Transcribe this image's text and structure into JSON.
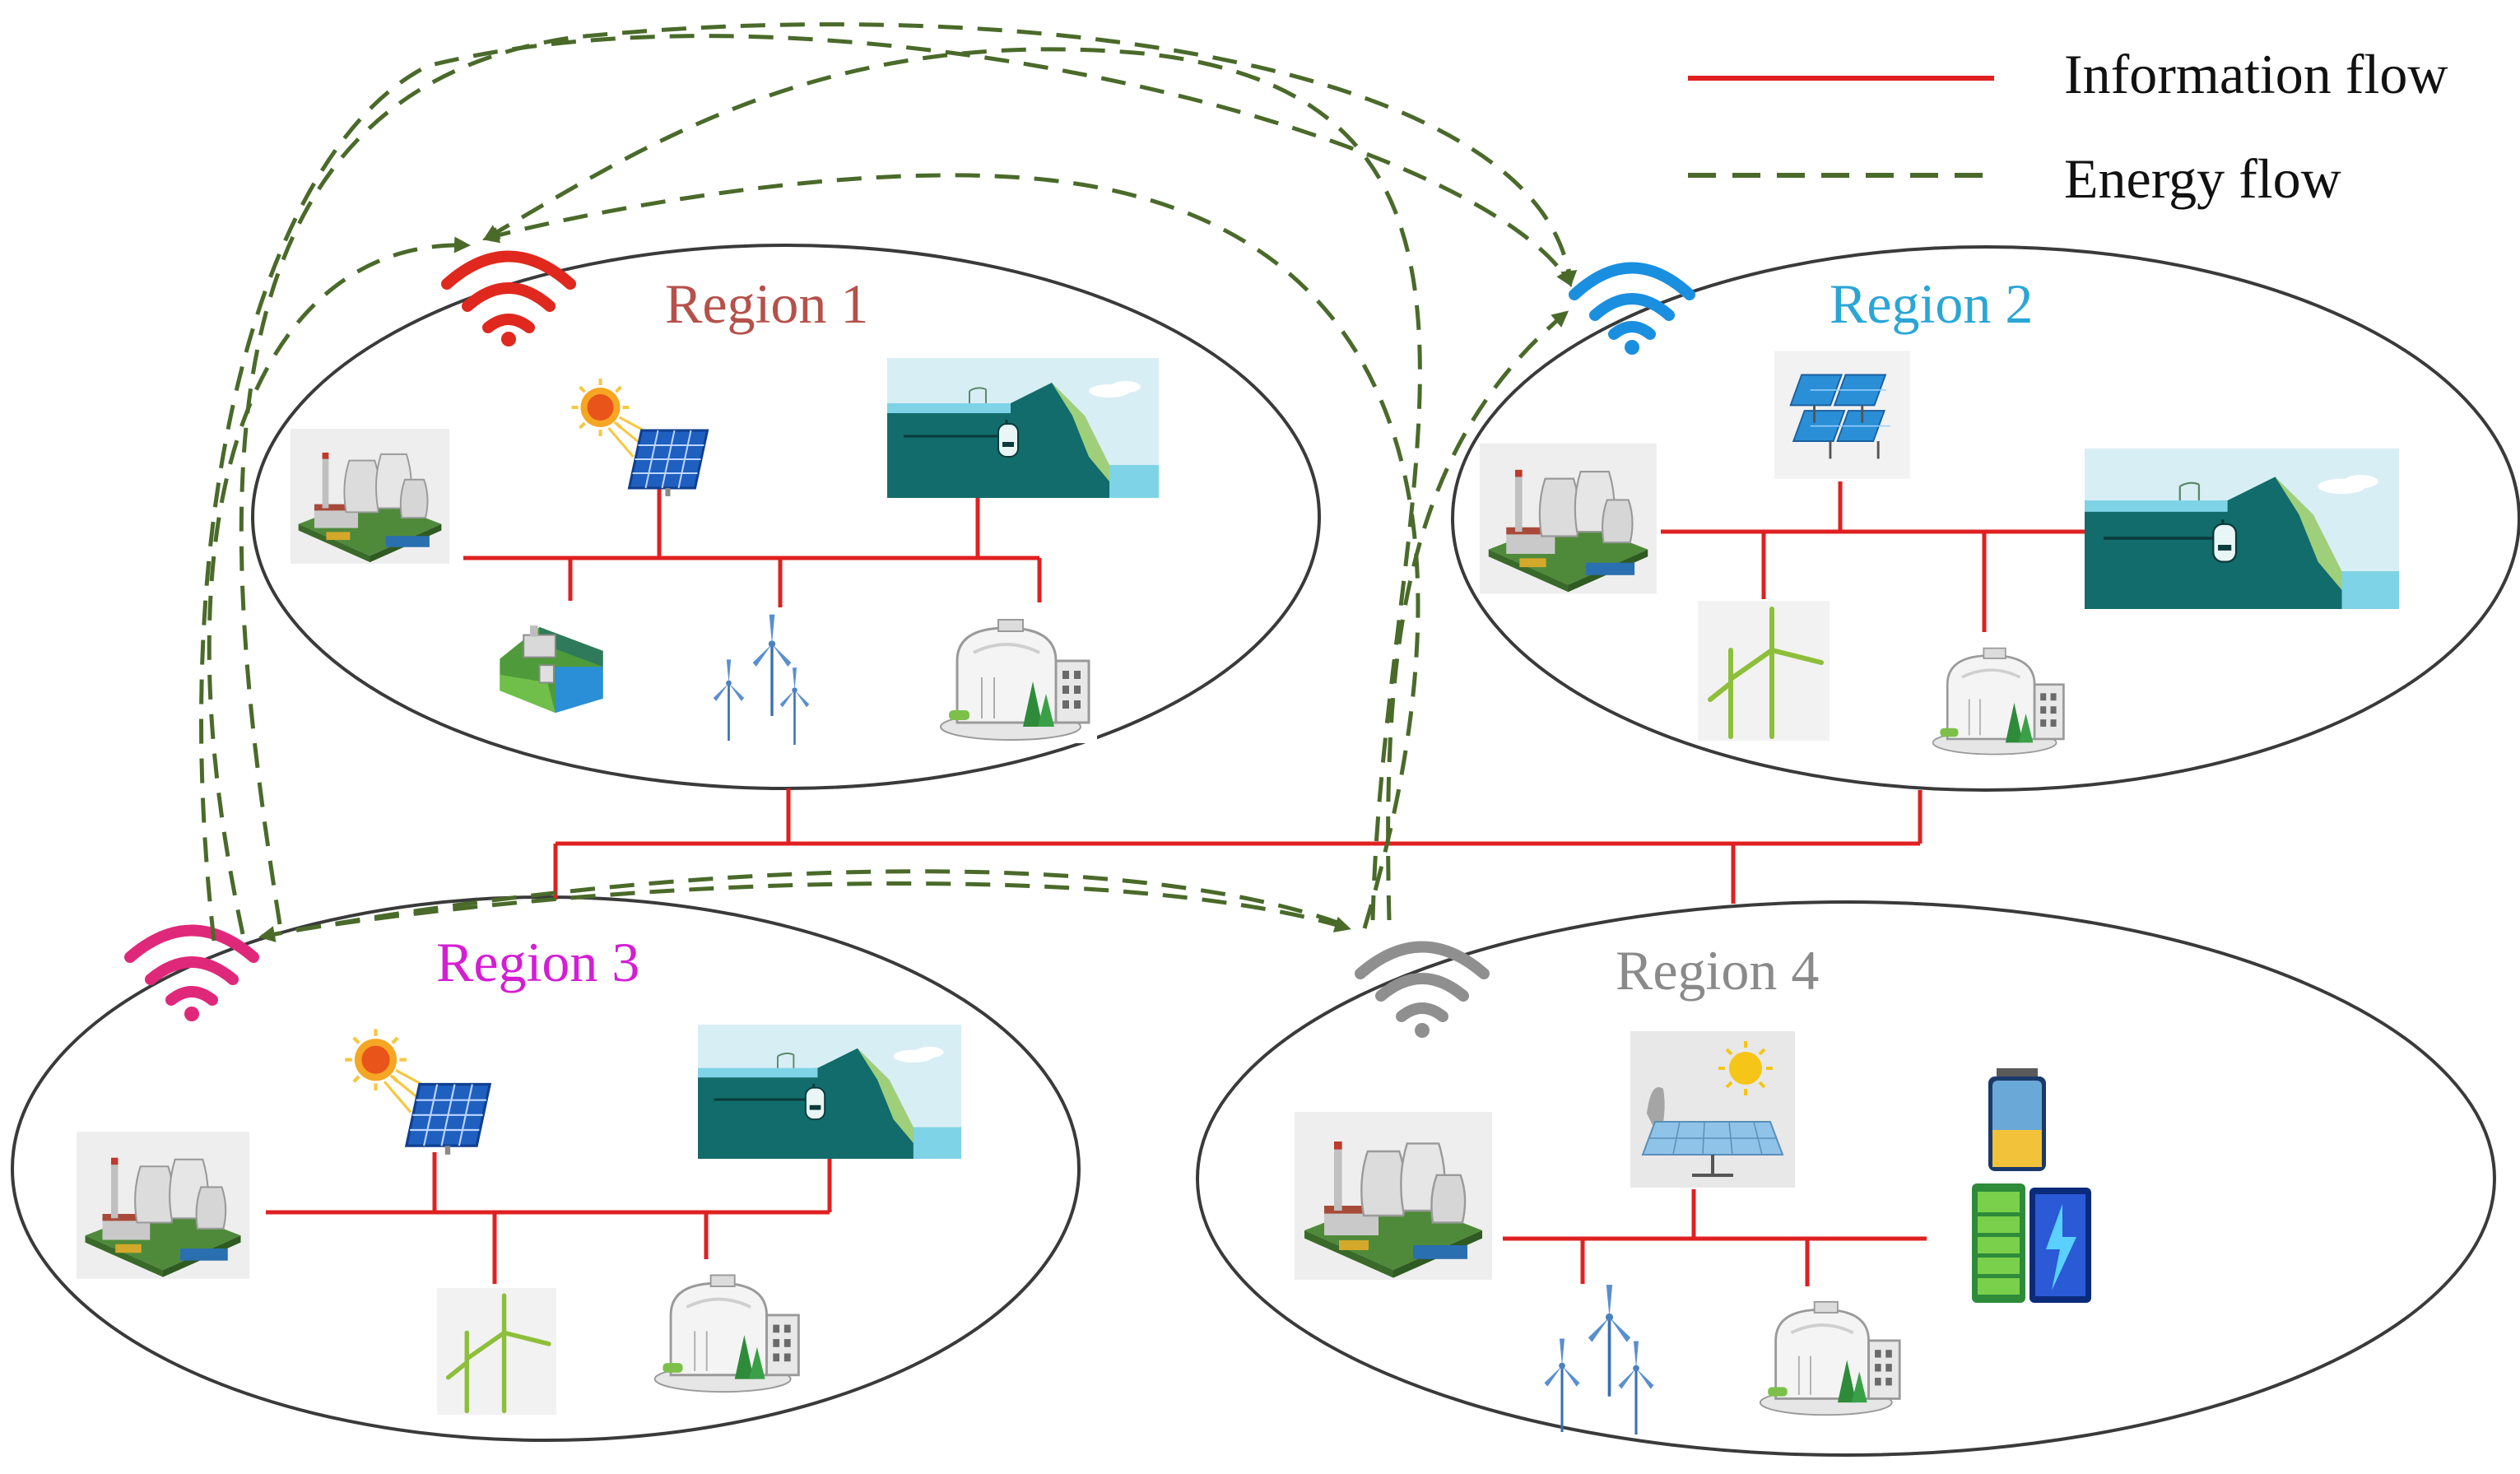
{
  "legend": {
    "information_flow": "Information flow",
    "energy_flow": "Energy flow"
  },
  "regions": [
    {
      "title": "Region 1",
      "color": "#b5514a",
      "wifi_color": "#e0281e"
    },
    {
      "title": "Region 2",
      "color": "#2aa6d6",
      "wifi_color": "#1a8fe0"
    },
    {
      "title": "Region 3",
      "color": "#d41ed4",
      "wifi_color": "#e0287a"
    },
    {
      "title": "Region 4",
      "color": "#8a8a8a",
      "wifi_color": "#8f8f8f"
    }
  ],
  "colors": {
    "information_flow": "#e02020",
    "energy_flow": "#4a6a2a"
  },
  "icons": [
    "wifi-icon",
    "thermal-power-plant-icon",
    "solar-panel-icon",
    "sun-icon",
    "pumped-hydro-storage-icon",
    "hydropower-dam-icon",
    "wind-turbine-icon",
    "gas-power-station-icon",
    "solar-farm-icon",
    "battery-storage-icon"
  ]
}
